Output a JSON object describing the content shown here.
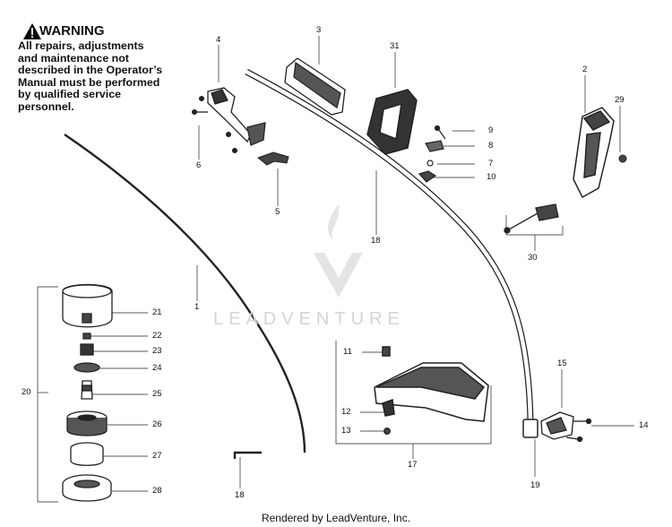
{
  "warning": {
    "title": "WARNING",
    "text": "All repairs, adjustments and maintenance not described in the Operator’s Manual must be performed by qualified service personnel."
  },
  "labels": {
    "l1": "1",
    "l2": "2",
    "l3": "3",
    "l4": "4",
    "l5": "5",
    "l6": "6",
    "l7": "7",
    "l8": "8",
    "l9": "9",
    "l10": "10",
    "l11": "11",
    "l12": "12",
    "l13": "13",
    "l14": "14",
    "l15": "15",
    "l17": "17",
    "l18a": "18",
    "l18b": "18",
    "l19": "19",
    "l20": "20",
    "l21": "21",
    "l22": "22",
    "l23": "23",
    "l24": "24",
    "l25": "25",
    "l26": "26",
    "l27": "27",
    "l28": "28",
    "l29": "29",
    "l30": "30",
    "l31": "31"
  },
  "watermark": "LEADVENTURE",
  "footer": "Rendered by LeadVenture, Inc.",
  "icons": [
    "warning-triangle-icon",
    "leadventure-logo-icon"
  ]
}
